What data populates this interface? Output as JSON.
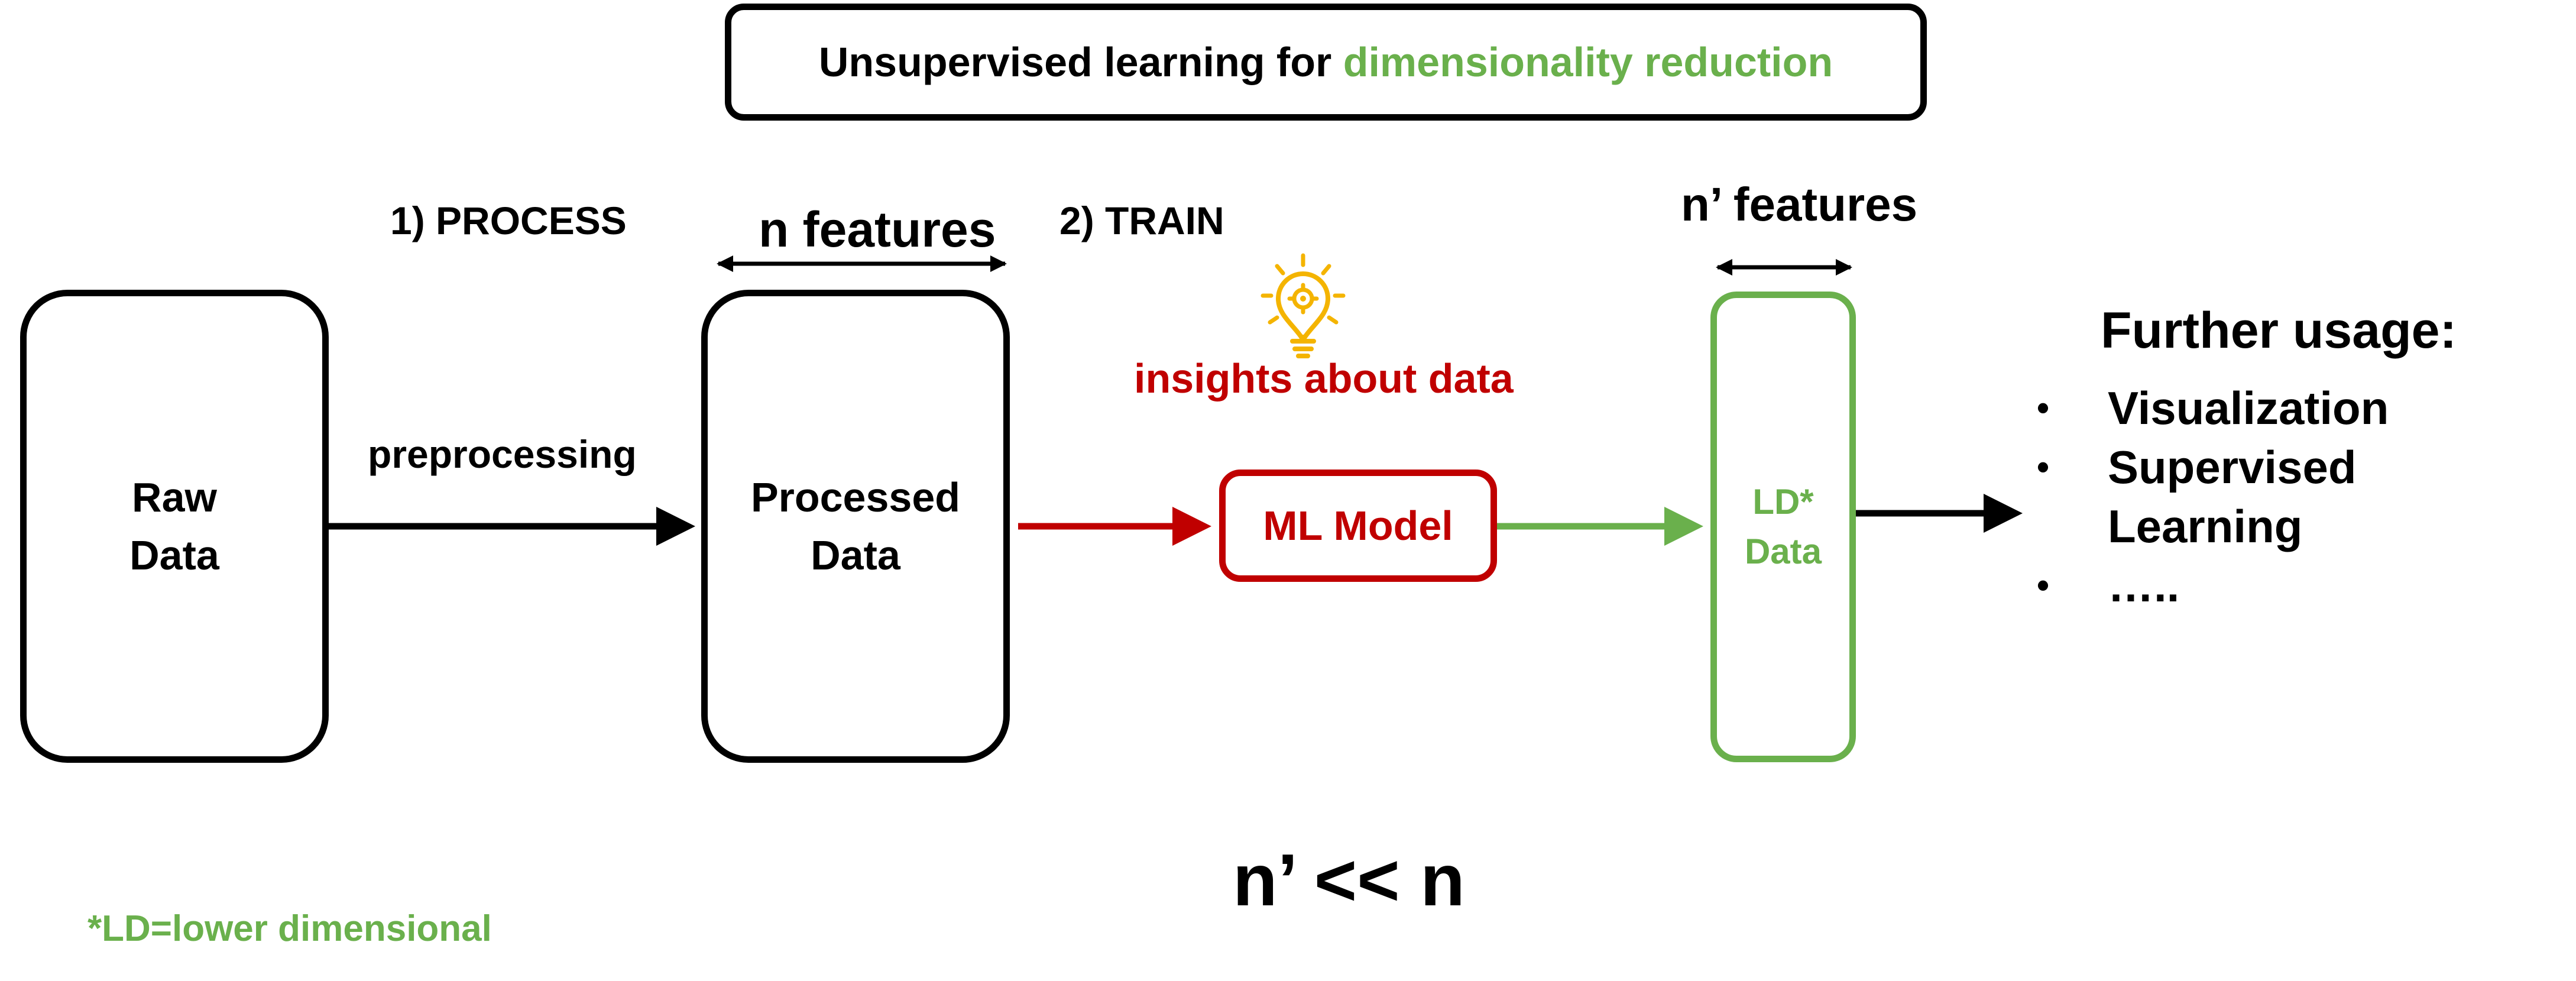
{
  "title": {
    "prefix": "Unsupervised learning for",
    "highlight": "dimensionality reduction"
  },
  "steps": {
    "process": "1) PROCESS",
    "train": "2) TRAIN",
    "preprocessing": "preprocessing"
  },
  "nodes": {
    "raw_data": {
      "line1": "Raw",
      "line2": "Data"
    },
    "processed_data": {
      "line1": "Processed",
      "line2": "Data"
    },
    "ml_model": "ML Model",
    "ld_data": {
      "line1": "LD*",
      "line2": "Data"
    }
  },
  "features": {
    "n": "n features",
    "n_prime": "n’ features"
  },
  "insights": "insights about data",
  "further_usage": {
    "heading": "Further usage:",
    "items": [
      "Visualization",
      "Supervised",
      "Learning",
      "….."
    ]
  },
  "relation": "n’ << n",
  "footnote": "*LD=lower dimensional",
  "colors": {
    "green": "#6ab04c",
    "red": "#c00000",
    "black": "#000000",
    "bulb": "#f4b400"
  },
  "icons": [
    "lightbulb-gear-icon"
  ]
}
